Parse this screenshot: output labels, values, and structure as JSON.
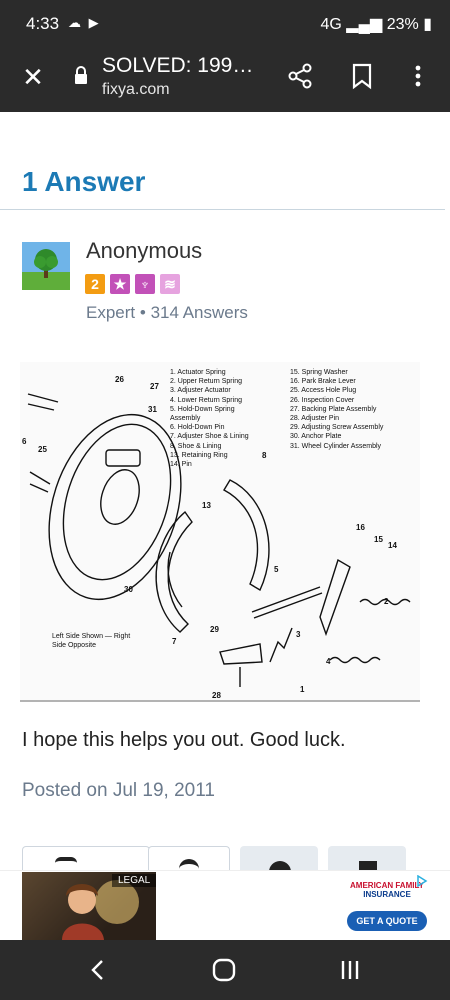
{
  "status": {
    "time": "4:33",
    "network": "4G",
    "battery": "23%"
  },
  "browser": {
    "title": "SOLVED: 199…",
    "domain": "fixya.com",
    "icons": [
      "close-icon",
      "lock-icon",
      "share-icon",
      "bookmark-icon",
      "more-menu-icon"
    ]
  },
  "heading": "1 Answer",
  "answer": {
    "author": "Anonymous",
    "badge_level": "2",
    "role": "Expert",
    "answers_count": "314 Answers",
    "text": "I hope this helps you out. Good luck.",
    "posted": "Posted on Jul 19, 2011"
  },
  "diagram": {
    "legend_left": [
      "1. Actuator Spring",
      "2. Upper Return Spring",
      "3. Adjuster Actuator",
      "4. Lower Return Spring",
      "5. Hold-Down Spring",
      "Assembly",
      "6. Hold-Down Pin",
      "7. Adjuster Shoe & Lining",
      "8. Shoe & Lining",
      "13. Retaining Ring",
      "14. Pin"
    ],
    "legend_right": [
      "15. Spring Washer",
      "16. Park Brake Lever",
      "25. Access Hole Plug",
      "26. Inspection Cover",
      "27. Backing Plate Assembly",
      "28. Adjuster Pin",
      "29. Adjusting Screw Assembly",
      "30. Anchor Plate",
      "31. Wheel Cylinder Assembly"
    ],
    "side_note": "Left Side Shown — Right Side Opposite",
    "callouts": [
      "26",
      "27",
      "31",
      "6",
      "25",
      "8",
      "13",
      "30",
      "7",
      "16",
      "15",
      "14",
      "5",
      "2",
      "29",
      "3",
      "4",
      "28",
      "1"
    ]
  },
  "ad": {
    "legal": "LEGAL",
    "brand_line1": "AMERICAN FAMILY",
    "brand_line2": "INSURANCE",
    "cta": "GET A QUOTE"
  },
  "colors": {
    "accent": "#1c7ab5",
    "bar": "#2b2b2b"
  }
}
